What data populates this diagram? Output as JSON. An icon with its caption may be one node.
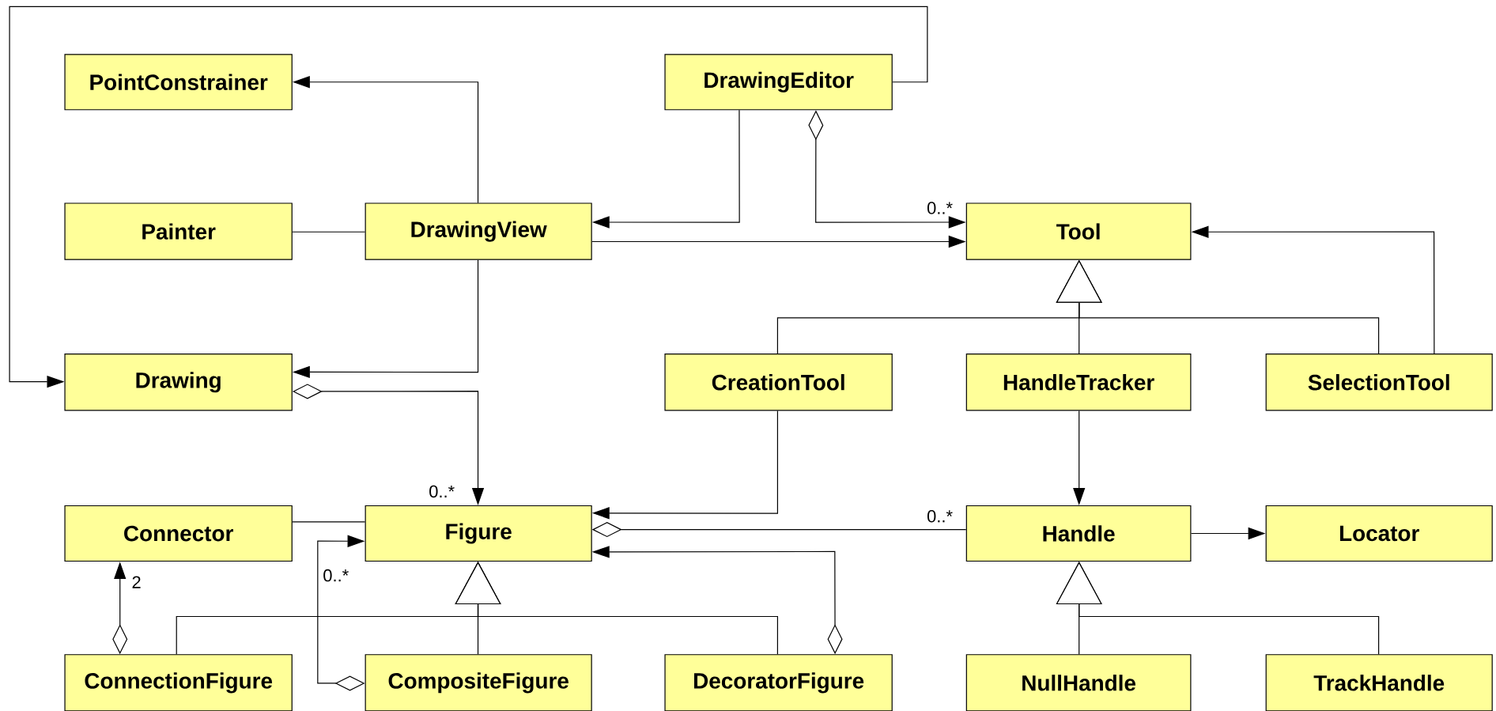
{
  "diagram": {
    "nodes": [
      {
        "text": [
          "PointConstrainer"
        ]
      },
      {
        "text": [
          "DrawingEditor"
        ]
      },
      {
        "text": [
          "Painter"
        ]
      },
      {
        "text": [
          "DrawingView"
        ]
      },
      {
        "text": [
          "Tool"
        ]
      },
      {
        "text": [
          "Drawing"
        ]
      },
      {
        "text": [
          "CreationTool"
        ]
      },
      {
        "text": [
          "HandleTracker"
        ]
      },
      {
        "text": [
          "SelectionTool"
        ]
      },
      {
        "text": [
          "Connector"
        ]
      },
      {
        "text": [
          "Figure"
        ]
      },
      {
        "text": [
          "Handle"
        ]
      },
      {
        "text": [
          "Locator"
        ]
      },
      {
        "text": [
          "ConnectionFigure"
        ]
      },
      {
        "text": [
          "CompositeFigure"
        ]
      },
      {
        "text": [
          "DecoratorFigure"
        ]
      },
      {
        "text": [
          "NullHandle"
        ]
      },
      {
        "text": [
          "TrackHandle"
        ]
      }
    ],
    "edges": [
      {
        "from": 1,
        "to": 5,
        "arrow": "to"
      },
      {
        "from": 3,
        "to": 0,
        "arrow": "to"
      },
      {
        "from": 1,
        "to": 3,
        "arrow": "to"
      },
      {
        "from": 1,
        "to": 4,
        "arrow": "to",
        "label": "0..*"
      },
      {
        "from": 2,
        "to": 3,
        "arrow": "none"
      },
      {
        "from": 3,
        "to": 4,
        "arrow": "to"
      },
      {
        "from": 3,
        "to": 5,
        "arrow": "to"
      },
      {
        "from": 5,
        "to": 10,
        "arrow": "to",
        "label": "0..*"
      },
      {
        "from": 6,
        "to": 4,
        "arrow": "to"
      },
      {
        "from": 7,
        "to": 4,
        "arrow": "to"
      },
      {
        "from": 8,
        "to": 4,
        "arrow": "to"
      },
      {
        "from": 8,
        "to": 4,
        "arrow": "to"
      },
      {
        "from": 6,
        "to": 10,
        "arrow": "to"
      },
      {
        "from": 7,
        "to": 11,
        "arrow": "to"
      },
      {
        "from": 9,
        "to": 10,
        "arrow": "none"
      },
      {
        "from": 10,
        "to": 11,
        "arrow": "other",
        "label": "0..*"
      },
      {
        "from": 11,
        "to": 12,
        "arrow": "to"
      },
      {
        "from": 13,
        "to": 10,
        "arrow": "to"
      },
      {
        "from": 14,
        "to": 10,
        "arrow": "to"
      },
      {
        "from": 15,
        "to": 10,
        "arrow": "to"
      },
      {
        "from": 13,
        "to": 9,
        "arrow": "to",
        "label": "2"
      },
      {
        "from": 14,
        "to": 10,
        "arrow": "to",
        "label": "0..*"
      },
      {
        "from": 15,
        "to": 10,
        "arrow": "to"
      },
      {
        "from": 16,
        "to": 11,
        "arrow": "to"
      },
      {
        "from": 17,
        "to": 11,
        "arrow": "to"
      }
    ]
  }
}
